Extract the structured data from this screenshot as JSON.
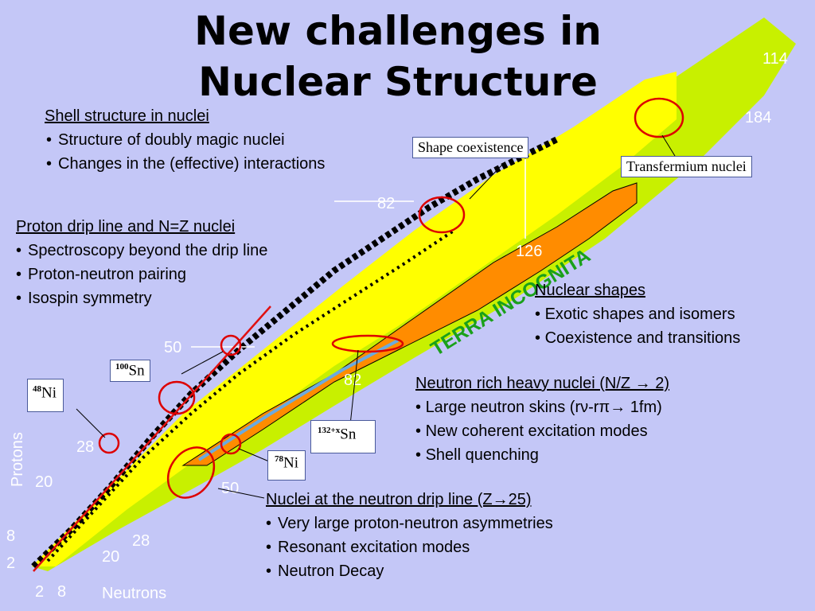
{
  "title": {
    "line1": "New challenges in",
    "line2": "Nuclear Structure"
  },
  "blocks": {
    "shell": {
      "heading": "Shell structure in nuclei",
      "items": [
        "Structure of doubly magic nuclei",
        "Changes in the (effective) interactions"
      ]
    },
    "proton": {
      "heading": "Proton drip line and N=Z nuclei",
      "items": [
        "Spectroscopy beyond the drip line",
        "Proton-neutron pairing",
        "Isospin symmetry"
      ]
    },
    "shapes": {
      "heading": "Nuclear shapes",
      "items": [
        "Exotic shapes and isomers",
        "Coexistence and transitions"
      ]
    },
    "neutron_rich": {
      "heading": "Neutron rich heavy nuclei (N/Z → 2)",
      "items": [
        "Large neutron skins (rν-rπ→ 1fm)",
        "New coherent excitation modes",
        "Shell quenching"
      ]
    },
    "drip": {
      "heading": "Nuclei at the neutron drip line (Z→25)",
      "items": [
        "Very large proton-neutron asymmetries",
        "Resonant excitation modes",
        "Neutron Decay"
      ]
    }
  },
  "labels": {
    "shape_coexistence": "Shape coexistence",
    "transfermium": "Transfermium nuclei",
    "sn100": {
      "mass": "100",
      "symbol": "Sn"
    },
    "ni48": {
      "mass": "48",
      "symbol": "Ni"
    },
    "sn132": {
      "mass": "132+x",
      "symbol": "Sn"
    },
    "ni78": {
      "mass": "78",
      "symbol": "Ni"
    }
  },
  "terra_incognita": "TERRA INCOGNITA",
  "axes": {
    "x_label": "Neutrons",
    "y_label": "Protons",
    "x_magic": [
      "2",
      "8",
      "20",
      "28",
      "50",
      "82",
      "126",
      "184"
    ],
    "y_magic": [
      "2",
      "8",
      "20",
      "28",
      "50",
      "82",
      "114"
    ]
  },
  "colors": {
    "background": "#c4c7f7",
    "terra_incognita": "#c8f000",
    "predicted": "#ffff00",
    "neutron_rich": "#ff8c00",
    "stable": "#000000",
    "highlight_circle": "#dd0000"
  }
}
